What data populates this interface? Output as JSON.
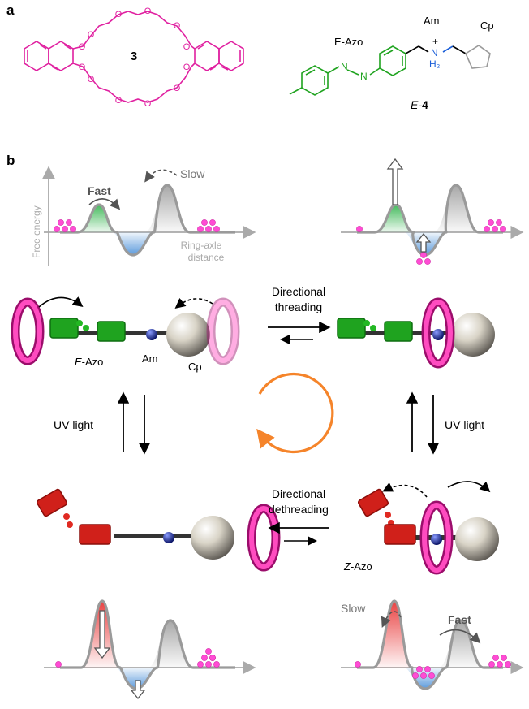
{
  "panels": {
    "a": "a",
    "b": "b"
  },
  "part_a": {
    "crown_number": "3",
    "azo_label": "E-Azo",
    "am_label": "Am",
    "cp_label": "Cp",
    "n_symbol": "N",
    "charge": "+",
    "h2": "H₂",
    "axle_prefix": "E-",
    "axle_number": "4"
  },
  "profile": {
    "ylabel": "Free energy",
    "xlabel_line1": "Ring-axle",
    "xlabel_line2": "distance",
    "fast": "Fast",
    "slow": "Slow"
  },
  "scheme": {
    "threading_line1": "Directional",
    "threading_line2": "threading",
    "dethreading_line1": "Directional",
    "dethreading_line2": "dethreading",
    "uv_left": "UV light",
    "uv_right": "UV light",
    "e_azo_prefix": "E",
    "e_azo_suffix": "-Azo",
    "z_azo_prefix": "Z",
    "z_azo_suffix": "-Azo",
    "am": "Am",
    "cp": "Cp"
  },
  "colors": {
    "magenta": "#e020a0",
    "azo_green": "#1fa31f",
    "azo_red": "#d0201a",
    "amine_blue": "#1c2a9a",
    "cycle_orange": "#f5842a",
    "profile_grey": "#9a9a9a"
  }
}
